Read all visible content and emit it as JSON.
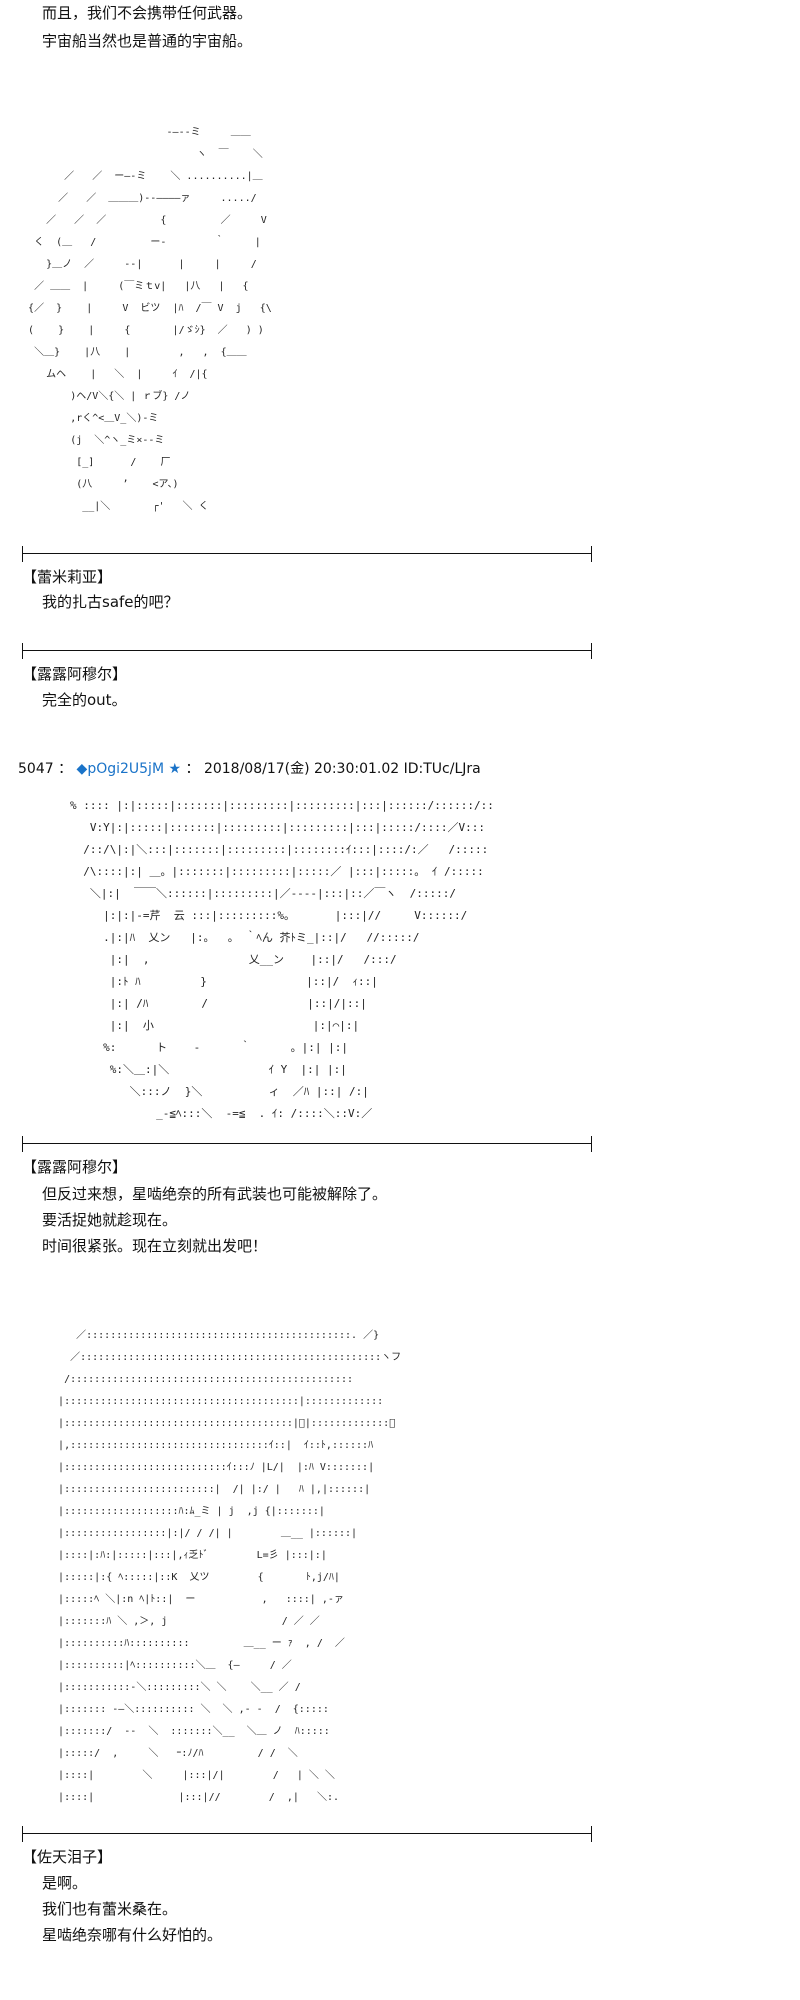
{
  "intro_lines": [
    "而且，我们不会携带任何武器。",
    "宇宙船当然也是普通的宇宙船。"
  ],
  "speeches": [
    {
      "name": "【蕾米莉亚】",
      "lines": [
        "我的扎古safe的吧？"
      ]
    },
    {
      "name": "【露露阿穆尔】",
      "lines": [
        "完全的out。"
      ]
    },
    {
      "name": "【露露阿穆尔】",
      "lines": [
        "但反过来想，星啮绝奈的所有武装也可能被解除了。",
        "要活捉她就趁现在。",
        "时间很紧张。现在立刻就出发吧！"
      ]
    },
    {
      "name": "【佐天泪子】",
      "lines": [
        "是啊。",
        "我们也有蕾米桑在。",
        "星啮绝奈哪有什么好怕的。"
      ]
    }
  ],
  "post_header": {
    "number": "5047",
    "separator": "：",
    "tripcode": "◆pOgi2U5jM",
    "star": "★",
    "colon": "：",
    "datetime": "2018/08/17(金) 20:30:01.02 ID:TUc/LJra"
  },
  "ascii_art": {
    "art1": " \n                          ‐―‐-ミ     ＿＿\n                               ヽ  ￣    ＼\n         ／   ／  ー―‐ミ    ＼ ..........|＿\n        ／   ／  ＿＿＿)-‐――――ァ     ...../\n      ／   ／  ／         {         ／     V\n    く  (＿   /         ー‐        ｀     |\n      }＿ノ  ／     --|      |     |     /\n    ／ ＿＿  |     (￣ミｔv|   |八   |   {\n   {／  }    |     V  ビツ  |ﾊ  /￣ V  j   {\\\n   (    }    |     {       |/ゞｼ}  ／   ) )\n    ＼＿}    |八    |        ,   ,  {＿＿\n      ムヘ    |   ＼  |     ｲ  /|{\n          )ヘ/V＼{＼ | ｒブ} /ノ\n          ,rく^<＿V_＼)-ミ\n          (j  ＼^ヽ_ミ×--ミ\n           [_]      /    厂\n           (八     ’    <ア、)\n            __|＼       ┌'   ＼ く",
    "art2": "% :::: |:|:::::|:::::::|:::::::::|:::::::::|:::|::::::/::::::/::\n   V:Y|:|:::::|:::::::|:::::::::|:::::::::|:::|:::::/::::／V:::\n  /::/\\|:|＼:::|:::::::|:::::::::|::::::::ｲ:::|::::/:／   /:::::\n  /\\::::|:| ＿。|:::::::|:::::::::|:::::／ |:::|:::::。 ｲ /:::::\n   ＼|:|  ￣￣＼::::::|:::::::::|／‐‐‐-|:::|::／￣ヽ  /:::::/\n     |:|:|-=芹  云 :::|:::::::::%。      |:::|//     V::::::/\n     .|:|ﾊ  乂ン   |:。  。 ｀ﾍん 芥ﾄミ_|::|/   //:::::/\n      |:|  ,               乂__ン    |::|/   /:::/\n      |:ﾄ ﾊ         }               |::|/  ｨ::|\n      |:| /ﾊ        /               |::|/|::|\n      |:|  小                        |:|⌒|:|\n     %:      ト    -      ｀      。|:| |:|\n      %:＼＿:|＼               ｲ Y  |:| |:|\n         ＼:::ノ  }＼          ィ  ／ﾊ |::| /:|\n             _-≦ﾍ:::＼  -=≦  . ｲ: /::::＼::V:／",
    "art3": "      ／::::::::::::::::::::::::::::::::::::::::::::. ／}\n     ／::::::::::::::::::::::::::::::::::::::::::::::::::ヽフ\n    /:::::::::::::::::::::::::::::::::::::::::::::::\n   |:::::::::::::::::::::::::::::::::::::::|:::::::::::::\n   |::::::::::::::::::::::::::::::::::::::|ﾟ|:::::::::::::＼\n   |,:::::::::::::::::::::::::::::::::ｲ::|  ｲ::ﾄ,::::::ﾊ\n   |:::::::::::::::::::::::::::ｲ:::ﾉ |L/|  |:ﾊ V:::::::|\n   |:::::::::::::::::::::::::|  /| |:/ |   ﾊ |,|::::::|\n   |:::::::::::::::::::ﾊ:ﾑ_ミ | j  ,j {|:::::::|\n   |:::::::::::::::::|:|/ / /| |        ＿__ |::::::|\n   |::::|:ﾊ:|:::::|:::|,ｨ乏ﾄﾞ        L=彡 |:::|:|\n   |:::::|:{ ﾍ:::::|::K  乂ツ        {       ﾄ,j/ﾊ|\n   |:::::ﾍ ＼|:n ﾍ|ﾄ::|  ー           ,   ::::| ,-ァ\n   |:::::::ﾊ ＼ ,＞, j                   / ／ ／\n   |::::::::::ﾊ::::::::::         ＿__ ー ｧ  , /  ／\n   |::::::::::|ﾍ::::::::::＼＿  {―     / ／\n   |:::::::::::-＼:::::::::＼ ＼    ＼__ ／ /\n   |::::::: -―＼:::::::::: ＼  ＼ ,- -  /  {:::::\n   |:::::::/  --  ＼  :::::::＼__  ＼＿ ノ  ﾊ:::::\n   |:::::/  ,     ＼   ｰ:ﾉ/ﾊ         / /  ＼\n   |::::|        ＼     |:::|/|        /   | ＼ ＼\n   |::::|              |:::|//        /  ,|   ＼:."
  }
}
